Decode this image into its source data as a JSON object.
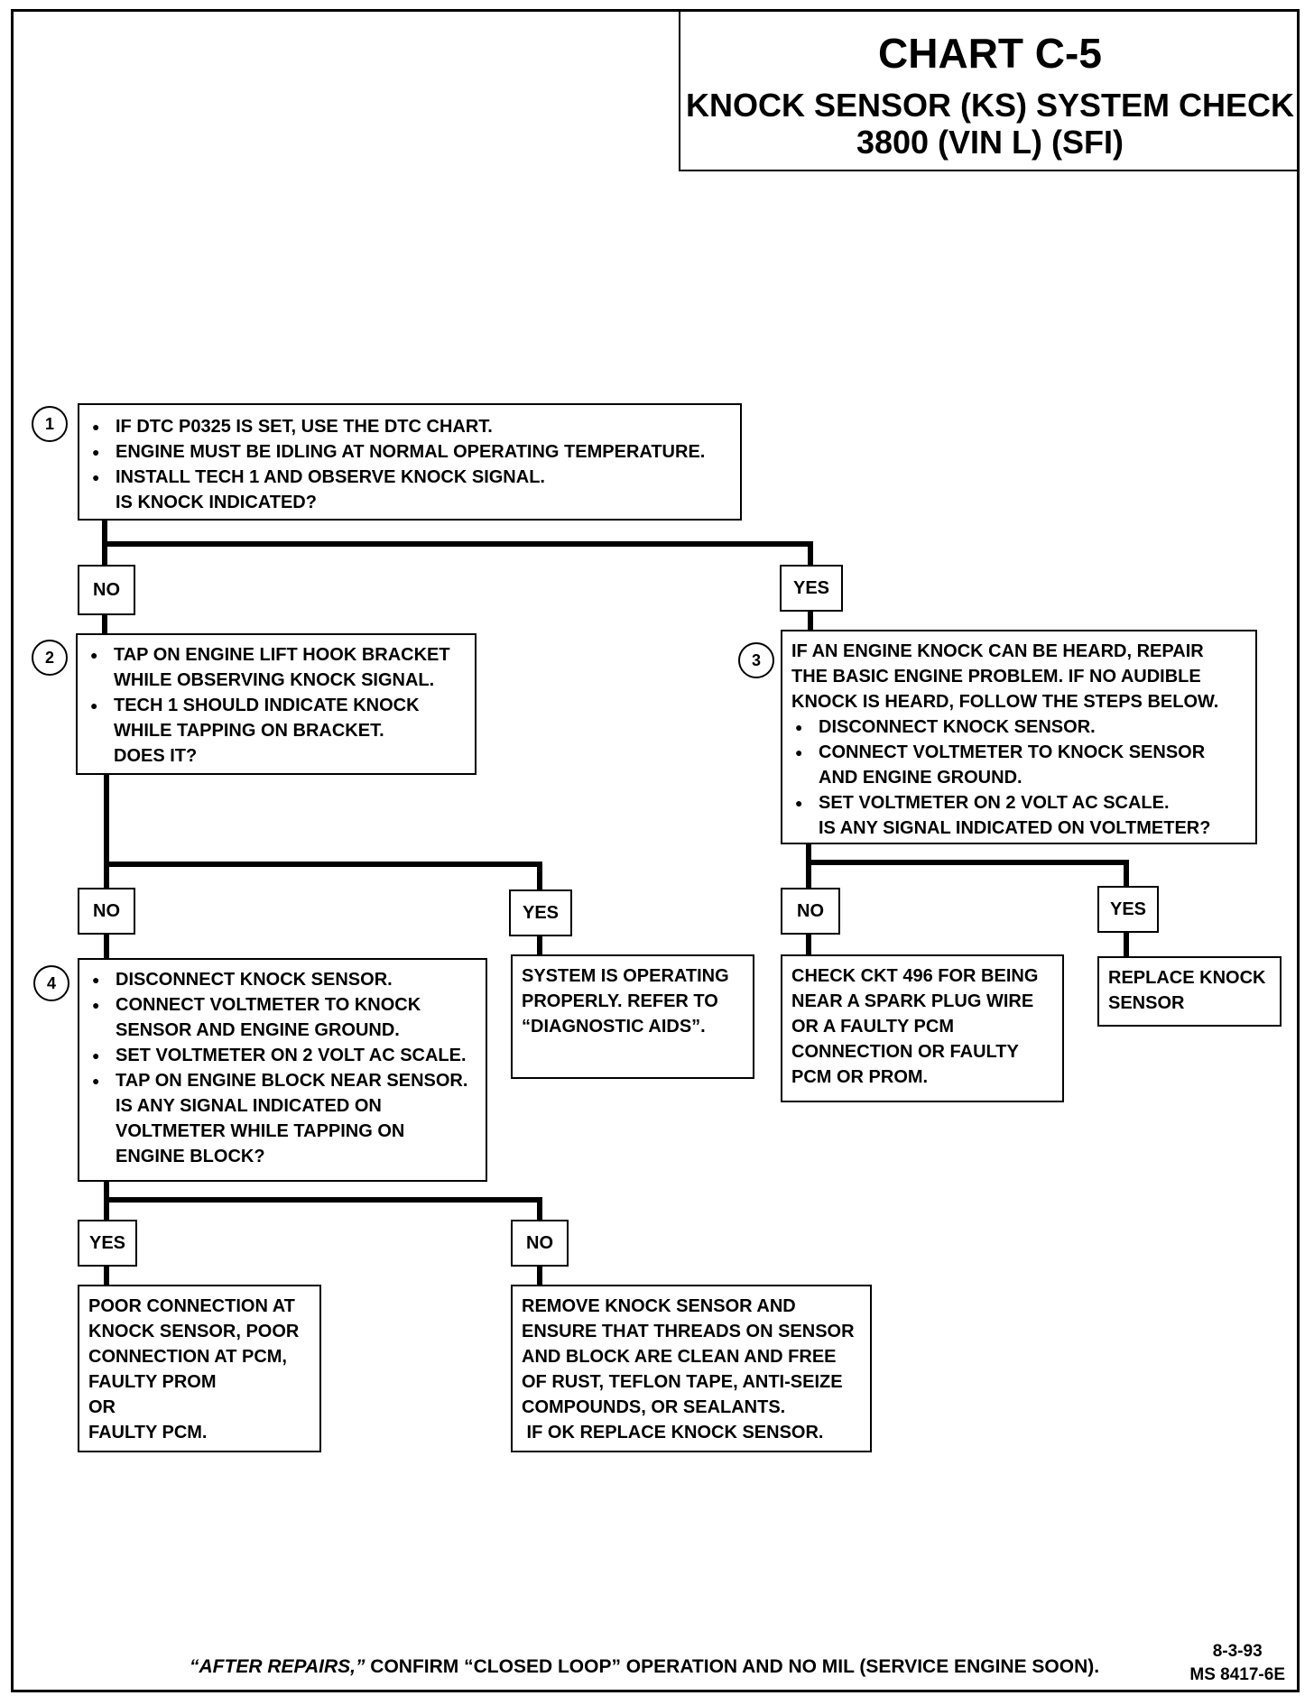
{
  "title": {
    "chart": "CHART C-5",
    "line1": "KNOCK SENSOR (KS) SYSTEM CHECK",
    "line2": "3800  (VIN L)  (SFI)"
  },
  "steps": {
    "s1": {
      "number": "1",
      "bullets": [
        "IF DTC P0325 IS SET, USE THE DTC CHART.",
        "ENGINE MUST BE IDLING AT NORMAL OPERATING TEMPERATURE.",
        "INSTALL TECH 1 AND OBSERVE KNOCK SIGNAL."
      ],
      "question": "IS KNOCK INDICATED?"
    },
    "s2": {
      "number": "2",
      "b1a": "TAP ON ENGINE LIFT HOOK BRACKET",
      "b1b": "WHILE OBSERVING KNOCK SIGNAL.",
      "b2a": "TECH 1 SHOULD INDICATE KNOCK",
      "b2b": "WHILE TAPPING ON BRACKET.",
      "question": "DOES IT?"
    },
    "s3": {
      "number": "3",
      "intro": [
        "IF AN ENGINE KNOCK CAN BE HEARD, REPAIR",
        "THE BASIC ENGINE PROBLEM.  IF NO AUDIBLE",
        "KNOCK IS HEARD, FOLLOW THE STEPS BELOW."
      ],
      "b1": "DISCONNECT KNOCK SENSOR.",
      "b2a": "CONNECT VOLTMETER TO KNOCK SENSOR",
      "b2b": "AND ENGINE GROUND.",
      "b3": "SET VOLTMETER ON 2 VOLT AC SCALE.",
      "question": "IS ANY SIGNAL INDICATED ON VOLTMETER?"
    },
    "s4": {
      "number": "4",
      "b1": "DISCONNECT KNOCK SENSOR.",
      "b2a": "CONNECT VOLTMETER TO KNOCK",
      "b2b": "SENSOR AND ENGINE GROUND.",
      "b3": "SET VOLTMETER ON 2 VOLT AC SCALE.",
      "b4": "TAP ON ENGINE BLOCK NEAR SENSOR.",
      "question": [
        "IS ANY SIGNAL INDICATED ON",
        "VOLTMETER WHILE TAPPING ON",
        "ENGINE BLOCK?"
      ]
    }
  },
  "labels": {
    "no": "NO",
    "yes": "YES"
  },
  "results": {
    "system_ok": [
      "SYSTEM IS OPERATING",
      "PROPERLY.  REFER TO",
      "“DIAGNOSTIC AIDS”."
    ],
    "check_ckt": [
      "CHECK CKT 496 FOR BEING",
      "NEAR A SPARK PLUG WIRE",
      "OR A FAULTY PCM",
      "CONNECTION OR FAULTY",
      "PCM OR PROM."
    ],
    "replace_sensor": [
      "REPLACE KNOCK",
      "SENSOR"
    ],
    "poor_connection": [
      "POOR CONNECTION AT",
      "KNOCK SENSOR, POOR",
      "CONNECTION AT PCM,",
      "FAULTY PROM",
      "OR",
      "FAULTY PCM."
    ],
    "remove_sensor": [
      "REMOVE KNOCK SENSOR AND",
      "ENSURE THAT THREADS ON SENSOR",
      "AND BLOCK ARE CLEAN AND FREE",
      "OF RUST, TEFLON TAPE, ANTI-SEIZE",
      "COMPOUNDS, OR SEALANTS.",
      " IF OK REPLACE KNOCK SENSOR."
    ]
  },
  "footer": {
    "italic": "“AFTER REPAIRS,”",
    "rest": " CONFIRM “CLOSED LOOP” OPERATION AND NO MIL (SERVICE ENGINE SOON).",
    "date": "8-3-93",
    "doc_id": "MS 8417-6E"
  }
}
